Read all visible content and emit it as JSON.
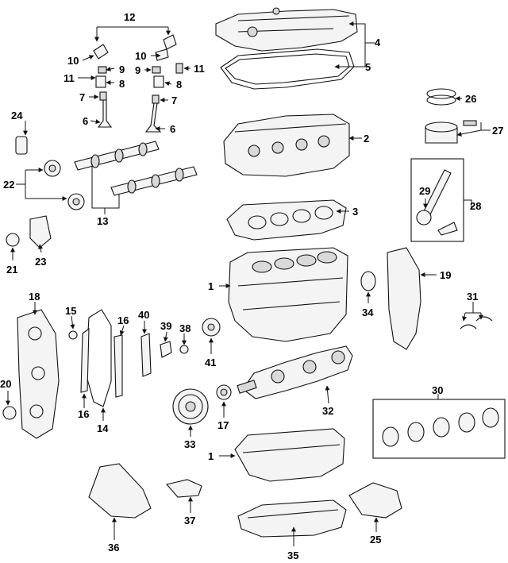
{
  "callouts": {
    "c1a": "1",
    "c1b": "1",
    "c2": "2",
    "c3": "3",
    "c4": "4",
    "c5": "5",
    "c6a": "6",
    "c6b": "6",
    "c7a": "7",
    "c7b": "7",
    "c8a": "8",
    "c8b": "8",
    "c9a": "9",
    "c9b": "9",
    "c10a": "10",
    "c10b": "10",
    "c11a": "11",
    "c11b": "11",
    "c12": "12",
    "c13": "13",
    "c14": "14",
    "c15": "15",
    "c16a": "16",
    "c16b": "16",
    "c17": "17",
    "c18": "18",
    "c19": "19",
    "c20": "20",
    "c21": "21",
    "c22": "22",
    "c23": "23",
    "c24": "24",
    "c25": "25",
    "c26": "26",
    "c27": "27",
    "c28": "28",
    "c29": "29",
    "c30": "30",
    "c31": "31",
    "c32": "32",
    "c33": "33",
    "c34": "34",
    "c35": "35",
    "c36": "36",
    "c37": "37",
    "c38": "38",
    "c39": "39",
    "c40": "40",
    "c41": "41"
  }
}
